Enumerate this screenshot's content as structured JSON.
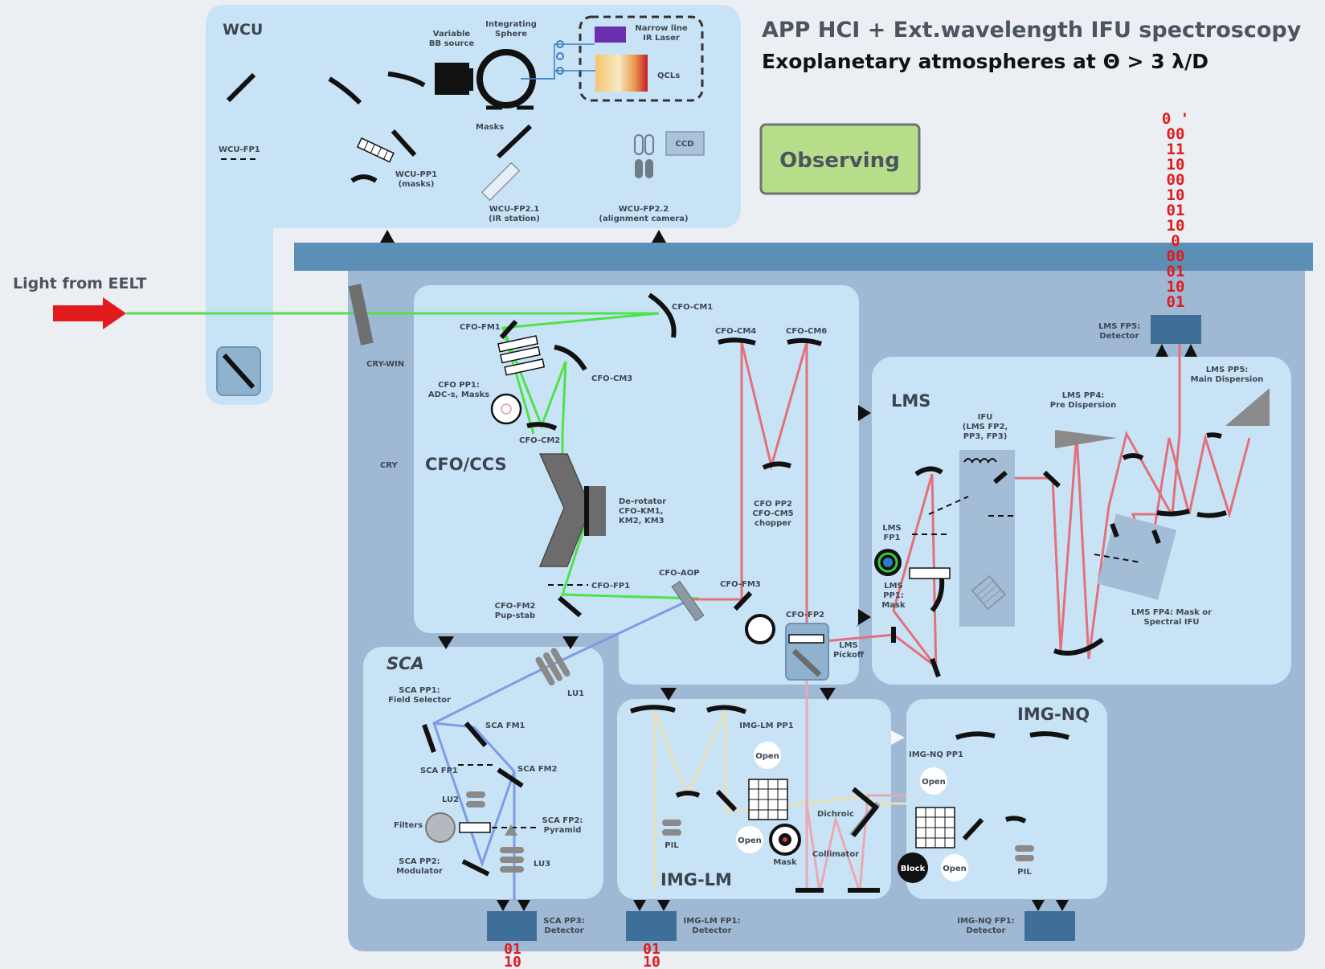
{
  "header": {
    "title": "APP HCI + Ext.wavelength IFU spectroscopy",
    "subtitle": "Exoplanetary atmospheres at Θ > 3 λ/D"
  },
  "status": {
    "label": "Observing",
    "color": "#b5dd8a"
  },
  "input_light": {
    "label": "Light from EELT",
    "arrow_color": "#e11b1b"
  },
  "colors": {
    "beam_green": "#4fe24a",
    "beam_red": "#e2707a",
    "beam_blue": "#7d9be6",
    "beam_cream": "#e9dfb3",
    "panel_light": "#cbe4f6",
    "cryostat": "#9fb8d3",
    "detector": "#3d6f99",
    "bits": "#e11b1b"
  },
  "sections": {
    "wcu": "WCU",
    "cfo": "CFO/CCS",
    "cry": "CRY",
    "lms": "LMS",
    "sca": "SCA",
    "img_lm": "IMG-LM",
    "img_nq": "IMG-NQ"
  },
  "labels": {
    "variable_bb": "Variable\nBB source",
    "integrating_sphere": "Integrating\nSphere",
    "narrow_line": "Narrow line\nIR Laser",
    "qcls": "QCLs",
    "masks": "Masks",
    "ccd": "CCD",
    "wcu_fp1": "WCU-FP1",
    "wcu_pp1": "WCU-PP1\n(masks)",
    "wcu_fp21": "WCU-FP2.1\n(IR station)",
    "wcu_fp22": "WCU-FP2.2\n(alignment camera)",
    "cry_win": "CRY-WIN",
    "cfo_fm1": "CFO-FM1",
    "cfo_cm1": "CFO-CM1",
    "cfo_cm3": "CFO-CM3",
    "cfo_cm2": "CFO-CM2",
    "cfo_pp1": "CFO PP1:\nADC-s, Masks",
    "cfo_cm4": "CFO-CM4",
    "cfo_cm6": "CFO-CM6",
    "derotator": "De-rotator\nCFO-KM1,\nKM2, KM3",
    "cfo_pp2": "CFO PP2\nCFO-CM5\nchopper",
    "cfo_fp1": "CFO-FP1",
    "cfo_aop": "CFO-AOP",
    "cfo_fm3": "CFO-FM3",
    "cfo_fm2": "CFO-FM2\nPup-stab",
    "cfo_fp2": "CFO-FP2",
    "lms_pickoff": "LMS\nPickoff",
    "lms_fp5": "LMS FP5:\nDetector",
    "lms_pp5": "LMS PP5:\nMain Dispersion",
    "lms_pp4": "LMS PP4:\nPre Dispersion",
    "ifu": "IFU\n(LMS FP2,\nPP3, FP3)",
    "lms_fp1": "LMS\nFP1",
    "lms_pp1": "LMS\nPP1:\nMask",
    "lms_fp4": "LMS FP4: Mask or\nSpectral IFU",
    "sca_pp1": "SCA PP1:\nField Selector",
    "lu1": "LU1",
    "sca_fm1": "SCA FM1",
    "sca_fp1": "SCA FP1",
    "sca_fm2": "SCA FM2",
    "lu2": "LU2",
    "filters": "Filters",
    "sca_fp2": "SCA FP2:\nPyramid",
    "sca_pp2": "SCA PP2:\nModulator",
    "lu3": "LU3",
    "sca_pp3": "SCA PP3:\nDetector",
    "img_lm_pp1": "IMG-LM PP1",
    "open": "Open",
    "pil": "PIL",
    "mask": "Mask",
    "dichroic": "Dichroic",
    "collimator": "Collimator",
    "img_lm_fp1": "IMG-LM FP1:\nDetector",
    "img_nq_pp1": "IMG-NQ PP1",
    "block": "Block",
    "img_nq_fp1": "IMG-NQ FP1:\nDetector"
  },
  "bitstreams": {
    "lms": [
      "0 '",
      "00",
      "11",
      "10",
      "00",
      "10",
      "01",
      "10",
      "0",
      "00",
      "01",
      "10",
      "01"
    ],
    "sca": [
      "01",
      "10"
    ],
    "img_lm": [
      "01",
      "10"
    ]
  }
}
